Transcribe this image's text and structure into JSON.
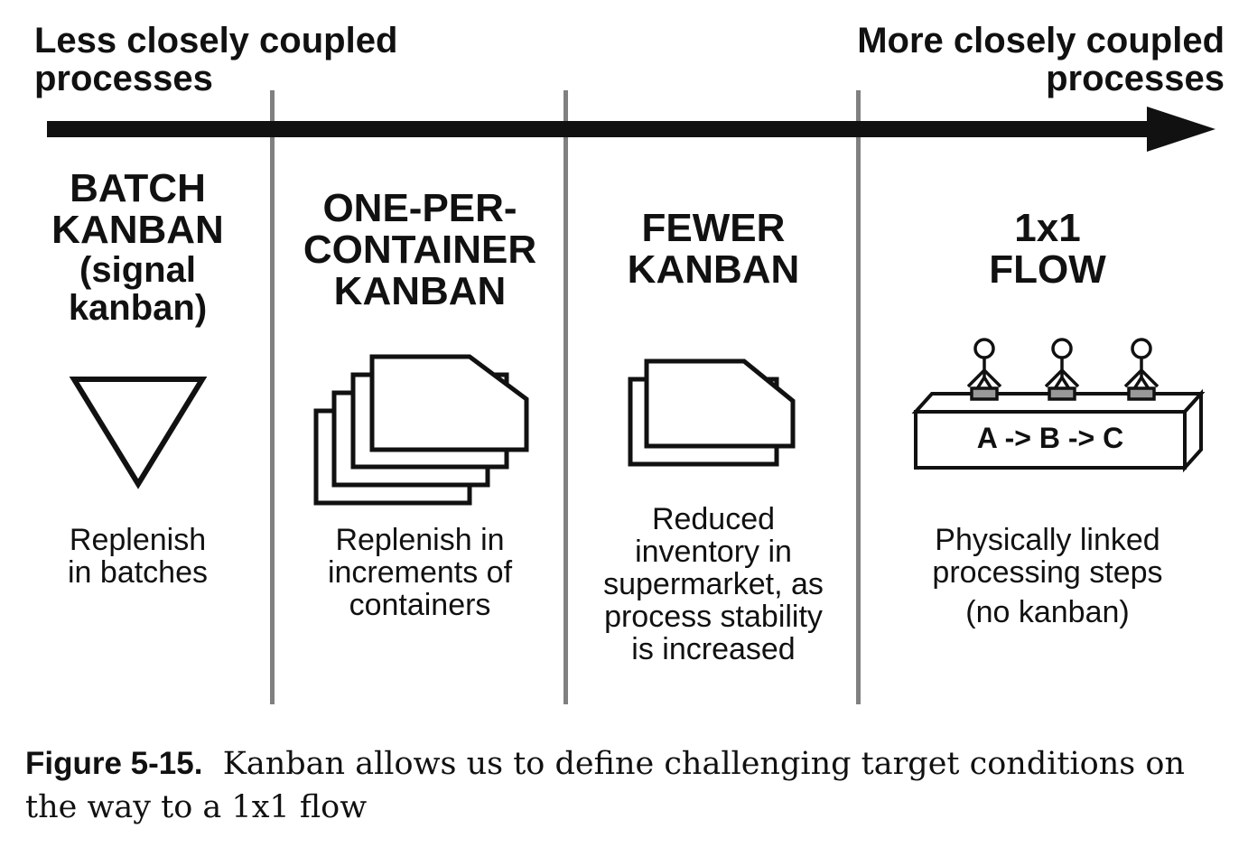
{
  "axis": {
    "left_label": [
      "Less closely coupled",
      "processes"
    ],
    "right_label": [
      "More closely coupled",
      "processes"
    ]
  },
  "columns": [
    {
      "title": [
        "BATCH",
        "KANBAN"
      ],
      "subtitle": [
        "(signal",
        "kanban)"
      ],
      "icon": "triangle-icon",
      "description": [
        "Replenish",
        "in batches"
      ]
    },
    {
      "title": [
        "ONE-PER-",
        "CONTAINER",
        "KANBAN"
      ],
      "icon": "stacked-cards-icon",
      "description": [
        "Replenish in",
        "increments of",
        "containers"
      ]
    },
    {
      "title": [
        "FEWER",
        "KANBAN"
      ],
      "icon": "two-cards-icon",
      "description": [
        "Reduced",
        "inventory in",
        "supermarket, as",
        "process stability",
        "is increased"
      ]
    },
    {
      "title": [
        "1x1",
        "FLOW"
      ],
      "icon": "production-line-icon",
      "flow_text": "A -> B -> C",
      "description": [
        "Physically linked",
        "processing steps",
        "(no kanban)"
      ]
    }
  ],
  "caption": {
    "label": "Figure 5-15.",
    "text": "Kanban allows us to define challenging target conditions on the way to a 1x1 flow"
  }
}
